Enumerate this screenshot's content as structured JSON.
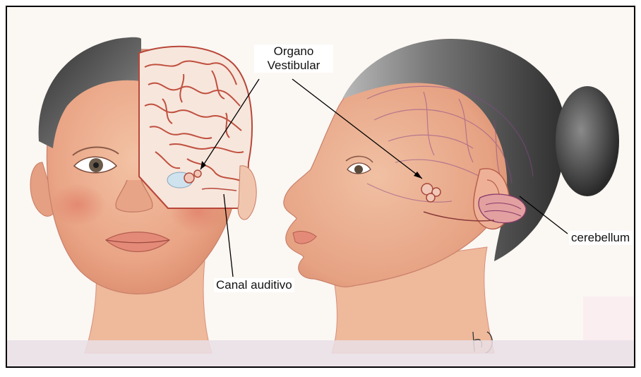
{
  "labels": {
    "organo_line1": "Organo",
    "organo_line2": "Vestibular",
    "canal": "Canal auditivo",
    "cerebellum": "cerebellum"
  },
  "colors": {
    "skin": "#e9a989",
    "skin_light": "#f3c6a8",
    "skin_shadow": "#d98a6c",
    "hair_dark": "#4a4a4a",
    "hair_light": "#9a9a9a",
    "brain_outline": "#c0503f",
    "brain_fill": "#f6ddd0",
    "vessel": "#8a4a8a",
    "frame": "#000000"
  },
  "icons": {
    "artist_signature": "artist-signature-mark"
  }
}
